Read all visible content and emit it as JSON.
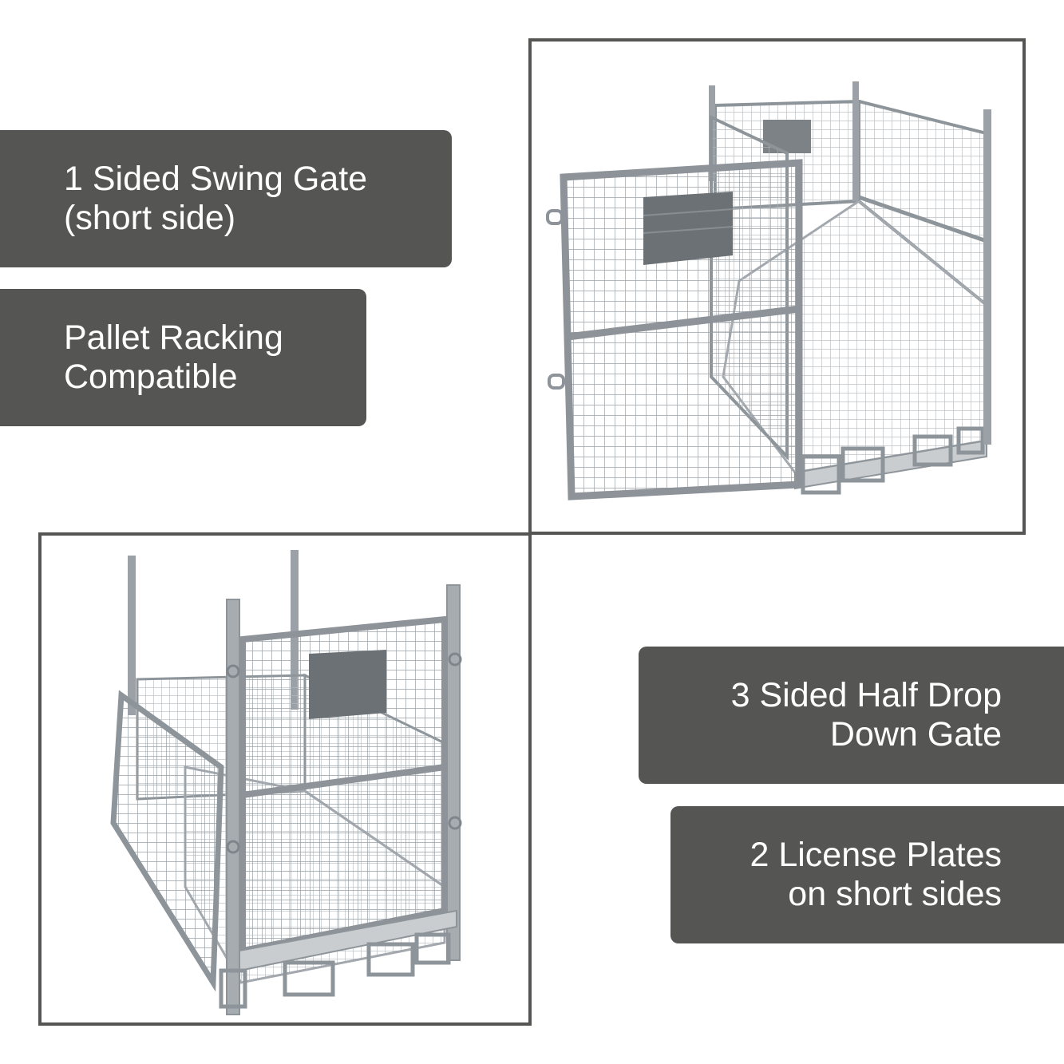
{
  "labels": {
    "swing_gate": {
      "line1": "1 Sided Swing Gate",
      "line2": "(short side)"
    },
    "pallet_racking": {
      "line1": "Pallet Racking",
      "line2": "Compatible"
    },
    "drop_down_gate": {
      "line1": "3 Sided Half Drop",
      "line2": "Down Gate"
    },
    "license_plates": {
      "line1": "2 License Plates",
      "line2": "on short sides"
    }
  },
  "colors": {
    "label_background": "#555654",
    "label_text": "#ffffff",
    "frame_border": "#555654",
    "page_background": "#ffffff"
  },
  "images": {
    "top": "cage-swing-gate-open-photo",
    "bottom": "cage-drop-down-gate-photo"
  }
}
